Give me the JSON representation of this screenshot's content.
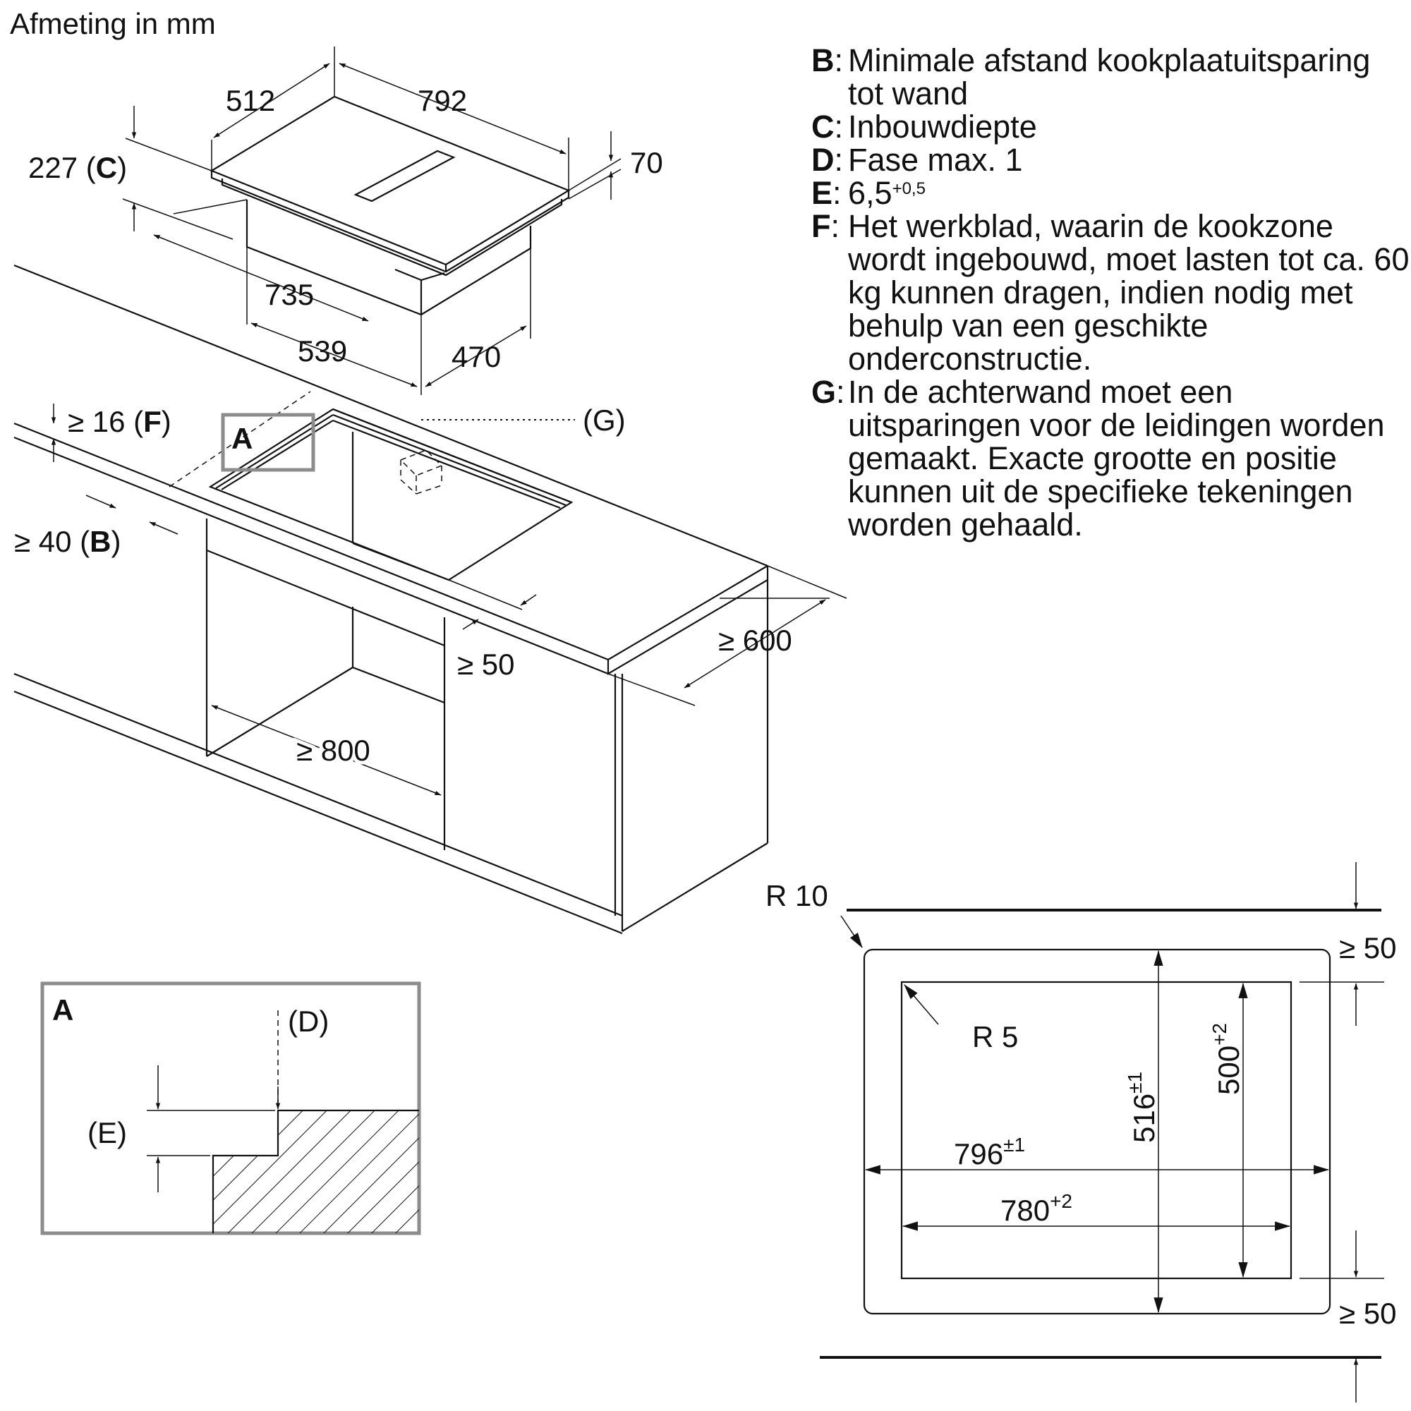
{
  "title": "Afmeting in mm",
  "legend": [
    {
      "key": "B",
      "text": "Minimale afstand kookplaatuitsparing tot wand"
    },
    {
      "key": "C",
      "text": "Inbouwdiepte"
    },
    {
      "key": "D",
      "text": "Fase max. 1"
    },
    {
      "key": "E",
      "text": "6,5",
      "sup": "+0,5"
    },
    {
      "key": "F",
      "text": "Het werkblad, waarin de kookzone wordt ingebouwd, moet lasten tot ca. 60 kg kunnen dragen, indien nodig met behulp van een geschikte onderconstructie."
    },
    {
      "key": "G",
      "text": "In de achterwand moet een uitsparingen voor de leidingen worden gemaakt. Exacte grootte en positie kunnen uit de specifieke tekeningen worden gehaald."
    }
  ],
  "hob_dims": {
    "width_top": "512",
    "length_top": "792",
    "height_c_value": "227 (",
    "height_c_key": "C",
    "height_c_close": ")",
    "thickness": "70",
    "body_length": "735",
    "body_width": "539",
    "body_depth": "470"
  },
  "cabinet_dims": {
    "f_value": "≥ 16 (",
    "f_key": "F",
    "f_close": ")",
    "b_value": "≥ 40 (",
    "b_key": "B",
    "b_close": ")",
    "g_label": "(G)",
    "detail_label": "A",
    "front_gap": "≥ 50",
    "depth": "≥ 600",
    "opening_width": "≥ 800"
  },
  "detail_a": {
    "label": "A",
    "d_label": "(D)",
    "e_label": "(E)"
  },
  "cutout": {
    "outer_radius": "R 10",
    "inner_radius": "R 5",
    "top_gap": "≥ 50",
    "bottom_gap": "≥ 50",
    "outer_width": "796",
    "outer_width_tol": "±1",
    "inner_width": "780",
    "inner_width_tol": "+2",
    "outer_height": "516",
    "outer_height_tol": "±1",
    "inner_height": "500",
    "inner_height_tol": "+2"
  }
}
